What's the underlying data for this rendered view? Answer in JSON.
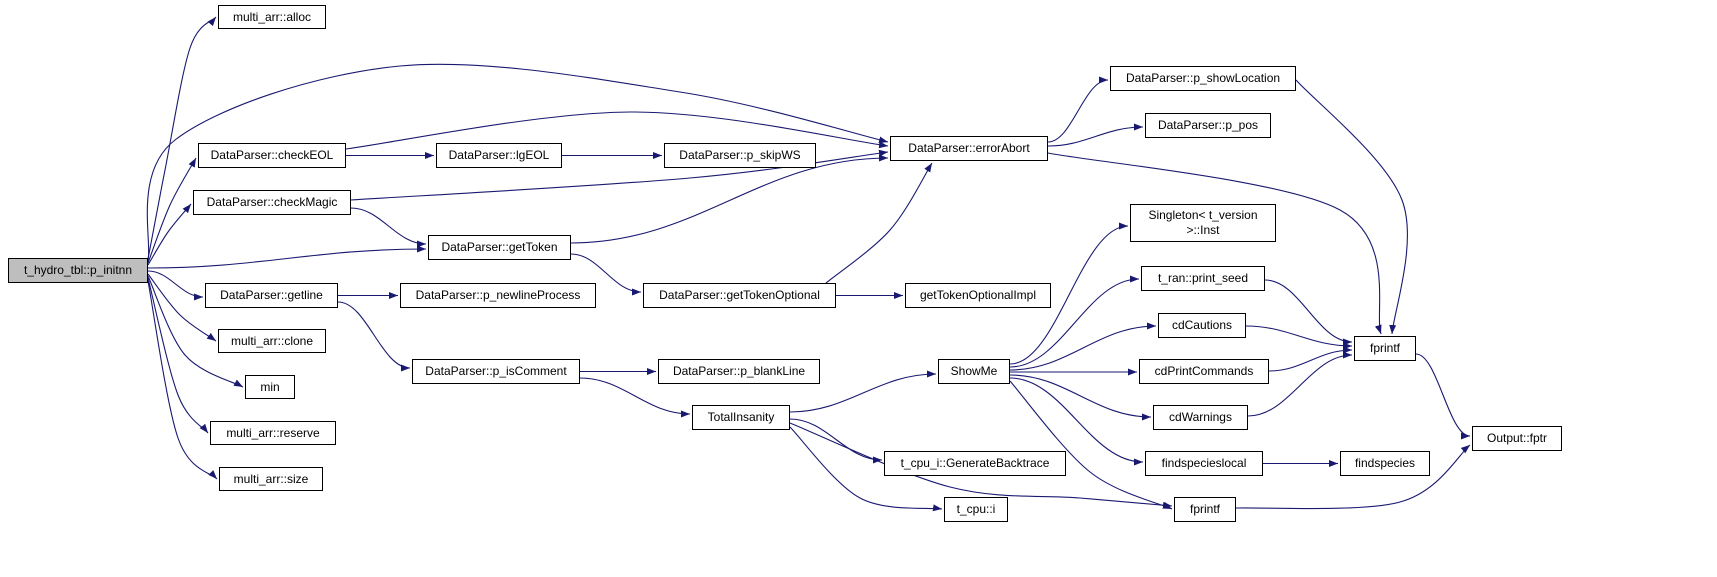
{
  "diagram": {
    "type": "call-graph",
    "root": "t_hydro_tbl::p_initnn",
    "colors": {
      "edge": "#191970",
      "node_border": "#000000",
      "node_fill": "#ffffff",
      "root_fill": "#bebebe",
      "background": "#ffffff"
    },
    "nodes": [
      {
        "id": "p_initnn",
        "label": "t_hydro_tbl::p_initnn",
        "highlighted": true
      },
      {
        "id": "alloc",
        "label": "multi_arr::alloc"
      },
      {
        "id": "checkEOL",
        "label": "DataParser::checkEOL"
      },
      {
        "id": "lgEOL",
        "label": "DataParser::lgEOL"
      },
      {
        "id": "p_skipWS",
        "label": "DataParser::p_skipWS"
      },
      {
        "id": "checkMagic",
        "label": "DataParser::checkMagic"
      },
      {
        "id": "getToken",
        "label": "DataParser::getToken"
      },
      {
        "id": "getline",
        "label": "DataParser::getline"
      },
      {
        "id": "p_newlineProcess",
        "label": "DataParser::p_newlineProcess"
      },
      {
        "id": "clone",
        "label": "multi_arr::clone"
      },
      {
        "id": "min",
        "label": "min"
      },
      {
        "id": "reserve",
        "label": "multi_arr::reserve"
      },
      {
        "id": "size",
        "label": "multi_arr::size"
      },
      {
        "id": "p_isComment",
        "label": "DataParser::p_isComment"
      },
      {
        "id": "p_blankLine",
        "label": "DataParser::p_blankLine"
      },
      {
        "id": "getTokenOptional",
        "label": "DataParser::getTokenOptional"
      },
      {
        "id": "getTokenOptionalImpl",
        "label": "getTokenOptionalImpl"
      },
      {
        "id": "errorAbort",
        "label": "DataParser::errorAbort"
      },
      {
        "id": "p_showLocation",
        "label": "DataParser::p_showLocation"
      },
      {
        "id": "p_pos",
        "label": "DataParser::p_pos"
      },
      {
        "id": "singletonInst",
        "label": "Singleton< t_version\n>::Inst"
      },
      {
        "id": "print_seed",
        "label": "t_ran::print_seed"
      },
      {
        "id": "cdCautions",
        "label": "cdCautions"
      },
      {
        "id": "cdPrintCommands",
        "label": "cdPrintCommands"
      },
      {
        "id": "cdWarnings",
        "label": "cdWarnings"
      },
      {
        "id": "ShowMe",
        "label": "ShowMe"
      },
      {
        "id": "TotalInsanity",
        "label": "TotalInsanity"
      },
      {
        "id": "GenerateBacktrace",
        "label": "t_cpu_i::GenerateBacktrace"
      },
      {
        "id": "t_cpu_i",
        "label": "t_cpu::i"
      },
      {
        "id": "findspecieslocal",
        "label": "findspecieslocal"
      },
      {
        "id": "findspecies",
        "label": "findspecies"
      },
      {
        "id": "fprintf2",
        "label": "fprintf"
      },
      {
        "id": "fprintf",
        "label": "fprintf"
      },
      {
        "id": "outputFptr",
        "label": "Output::fptr"
      }
    ],
    "edges": [
      {
        "from": "p_initnn",
        "to": "alloc"
      },
      {
        "from": "p_initnn",
        "to": "errorAbort"
      },
      {
        "from": "p_initnn",
        "to": "checkEOL"
      },
      {
        "from": "p_initnn",
        "to": "checkMagic"
      },
      {
        "from": "p_initnn",
        "to": "getToken"
      },
      {
        "from": "p_initnn",
        "to": "getline"
      },
      {
        "from": "p_initnn",
        "to": "clone"
      },
      {
        "from": "p_initnn",
        "to": "min"
      },
      {
        "from": "p_initnn",
        "to": "reserve"
      },
      {
        "from": "p_initnn",
        "to": "size"
      },
      {
        "from": "checkEOL",
        "to": "lgEOL"
      },
      {
        "from": "checkEOL",
        "to": "errorAbort"
      },
      {
        "from": "lgEOL",
        "to": "p_skipWS"
      },
      {
        "from": "checkMagic",
        "to": "getToken"
      },
      {
        "from": "checkMagic",
        "to": "errorAbort"
      },
      {
        "from": "getToken",
        "to": "errorAbort"
      },
      {
        "from": "getToken",
        "to": "getTokenOptional"
      },
      {
        "from": "getline",
        "to": "p_newlineProcess"
      },
      {
        "from": "getline",
        "to": "p_isComment"
      },
      {
        "from": "p_isComment",
        "to": "p_blankLine"
      },
      {
        "from": "p_isComment",
        "to": "TotalInsanity"
      },
      {
        "from": "getTokenOptional",
        "to": "getTokenOptionalImpl"
      },
      {
        "from": "getTokenOptional",
        "to": "errorAbort"
      },
      {
        "from": "errorAbort",
        "to": "p_showLocation"
      },
      {
        "from": "errorAbort",
        "to": "p_pos"
      },
      {
        "from": "errorAbort",
        "to": "fprintf"
      },
      {
        "from": "p_showLocation",
        "to": "fprintf"
      },
      {
        "from": "TotalInsanity",
        "to": "ShowMe"
      },
      {
        "from": "TotalInsanity",
        "to": "GenerateBacktrace"
      },
      {
        "from": "TotalInsanity",
        "to": "fprintf2"
      },
      {
        "from": "TotalInsanity",
        "to": "t_cpu_i"
      },
      {
        "from": "ShowMe",
        "to": "singletonInst"
      },
      {
        "from": "ShowMe",
        "to": "print_seed"
      },
      {
        "from": "ShowMe",
        "to": "cdCautions"
      },
      {
        "from": "ShowMe",
        "to": "cdPrintCommands"
      },
      {
        "from": "ShowMe",
        "to": "cdWarnings"
      },
      {
        "from": "ShowMe",
        "to": "findspecieslocal"
      },
      {
        "from": "ShowMe",
        "to": "fprintf2"
      },
      {
        "from": "print_seed",
        "to": "fprintf"
      },
      {
        "from": "cdCautions",
        "to": "fprintf"
      },
      {
        "from": "cdPrintCommands",
        "to": "fprintf"
      },
      {
        "from": "cdWarnings",
        "to": "fprintf"
      },
      {
        "from": "findspecieslocal",
        "to": "findspecies"
      },
      {
        "from": "fprintf",
        "to": "outputFptr"
      },
      {
        "from": "fprintf2",
        "to": "outputFptr"
      }
    ]
  }
}
